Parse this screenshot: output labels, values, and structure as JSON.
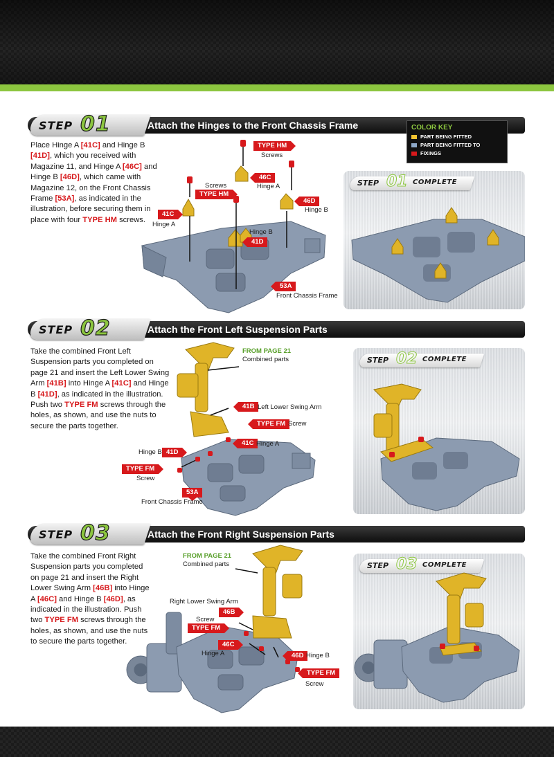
{
  "color_key": {
    "title": "COLOR KEY",
    "items": [
      {
        "label": "PART BEING FITTED",
        "color": "#f2c230"
      },
      {
        "label": "PART BEING FITTED TO",
        "color": "#8fa9c9"
      },
      {
        "label": "FIXINGS",
        "color": "#d7191c"
      }
    ]
  },
  "colors": {
    "accent_green": "#8cc63f",
    "ref_red": "#d7191c",
    "part_yellow": "#e0b428",
    "frame_blue": "#8c9bb0"
  },
  "steps": [
    {
      "word": "STEP",
      "number": "01",
      "title": "Attach the Hinges to the Front Chassis Frame",
      "text": [
        {
          "t": "Place Hinge A "
        },
        {
          "r": "[41C]"
        },
        {
          "t": " and Hinge B "
        },
        {
          "r": "[41D]"
        },
        {
          "t": ", which you received with Magazine 11, and Hinge A "
        },
        {
          "r": "[46C]"
        },
        {
          "t": " and Hinge B "
        },
        {
          "r": "[46D]"
        },
        {
          "t": ", which came with Magazine 12, on the Front Chassis Frame "
        },
        {
          "r": "[53A]"
        },
        {
          "t": ", as indicated in the illustration, before securing them in place with four "
        },
        {
          "r": "TYPE HM"
        },
        {
          "t": " screws."
        }
      ],
      "complete_word": "STEP",
      "complete_number": "01",
      "complete_label": "COMPLETE",
      "labels": {
        "type_hm_top": "TYPE HM",
        "screws_top": "Screws",
        "tag_46c": "46C",
        "hinge_a_46c": "Hinge A",
        "screws_left": "Screws",
        "type_hm_left": "TYPE HM",
        "tag_46d": "46D",
        "hinge_b_46d": "Hinge B",
        "tag_41c": "41C",
        "hinge_a_41c": "Hinge A",
        "hinge_b_41d": "Hinge B",
        "tag_41d": "41D",
        "tag_53a": "53A",
        "front_chassis_frame": "Front Chassis Frame"
      }
    },
    {
      "word": "STEP",
      "number": "02",
      "title": "Attach the Front Left Suspension Parts",
      "text": [
        {
          "t": "Take the combined Front Left Suspension parts you completed on page 21 and insert the Left Lower Swing Arm "
        },
        {
          "r": "[41B]"
        },
        {
          "t": " into Hinge A "
        },
        {
          "r": "[41C]"
        },
        {
          "t": " and Hinge B "
        },
        {
          "r": "[41D]"
        },
        {
          "t": ", as indicated in the illustration. Push two "
        },
        {
          "r": "TYPE FM"
        },
        {
          "t": " screws through the holes, as shown, and use the nuts to secure the parts together."
        }
      ],
      "complete_word": "STEP",
      "complete_number": "02",
      "complete_label": "COMPLETE",
      "labels": {
        "from_page": "FROM PAGE 21",
        "combined_parts": "Combined parts",
        "tag_41b": "41B",
        "left_lower_swing_arm": "Left Lower Swing Arm",
        "type_fm": "TYPE FM",
        "screw": "Screw",
        "tag_41c": "41C",
        "hinge_a": "Hinge A",
        "hinge_b": "Hinge B",
        "tag_41d": "41D",
        "type_fm_left": "TYPE FM",
        "screw_left": "Screw",
        "tag_53a": "53A",
        "front_chassis_frame": "Front Chassis Frame"
      }
    },
    {
      "word": "STEP",
      "number": "03",
      "title": "Attach the Front Right Suspension Parts",
      "text": [
        {
          "t": "Take the combined Front Right Suspension parts you completed on page 21 and insert the Right Lower Swing Arm "
        },
        {
          "r": "[46B]"
        },
        {
          "t": " into Hinge A "
        },
        {
          "r": "[46C]"
        },
        {
          "t": " and Hinge B "
        },
        {
          "r": "[46D]"
        },
        {
          "t": ", as indicated in the illustration. Push two "
        },
        {
          "r": "TYPE FM"
        },
        {
          "t": " screws through the holes, as shown, and use the nuts to secure the parts together."
        }
      ],
      "complete_word": "STEP",
      "complete_number": "03",
      "complete_label": "COMPLETE",
      "labels": {
        "from_page": "FROM PAGE 21",
        "combined_parts": "Combined parts",
        "right_lower_swing_arm": "Right Lower Swing Arm",
        "tag_46b": "46B",
        "screw": "Screw",
        "type_fm": "TYPE FM",
        "tag_46c": "46C",
        "hinge_a": "Hinge A",
        "tag_46d": "46D",
        "hinge_b": "Hinge B",
        "type_fm_right": "TYPE FM",
        "screw_right": "Screw"
      }
    }
  ]
}
